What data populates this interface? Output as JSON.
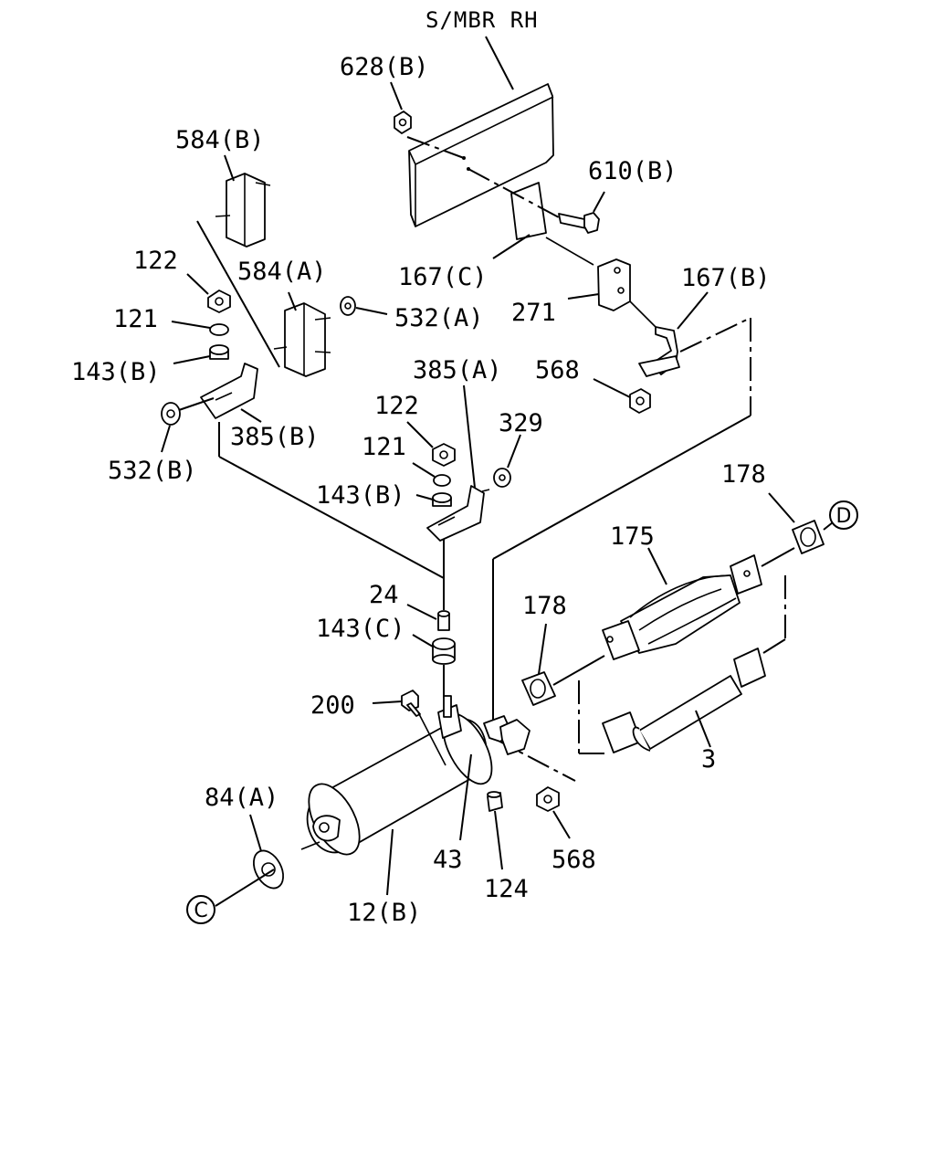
{
  "diagram": {
    "header": "S/MBR RH",
    "labels": {
      "l628b": "628(B)",
      "l584b": "584(B)",
      "l610b": "610(B)",
      "l122a": "122",
      "l584a": "584(A)",
      "l121a": "121",
      "l532a": "532(A)",
      "l167c": "167(C)",
      "l167b": "167(B)",
      "l271": "271",
      "l143ba": "143(B)",
      "l385a": "385(A)",
      "l568a": "568",
      "l385b": "385(B)",
      "l122b": "122",
      "l329": "329",
      "l532b": "532(B)",
      "l121b": "121",
      "l178a": "178",
      "l143bb": "143(B)",
      "l175": "175",
      "l24": "24",
      "l178b": "178",
      "l143c": "143(C)",
      "l200": "200",
      "l3": "3",
      "l84a": "84(A)",
      "l43": "43",
      "l568b": "568",
      "l124": "124",
      "l12b": "12(B)"
    },
    "refs": {
      "d": "D",
      "c": "C"
    }
  }
}
